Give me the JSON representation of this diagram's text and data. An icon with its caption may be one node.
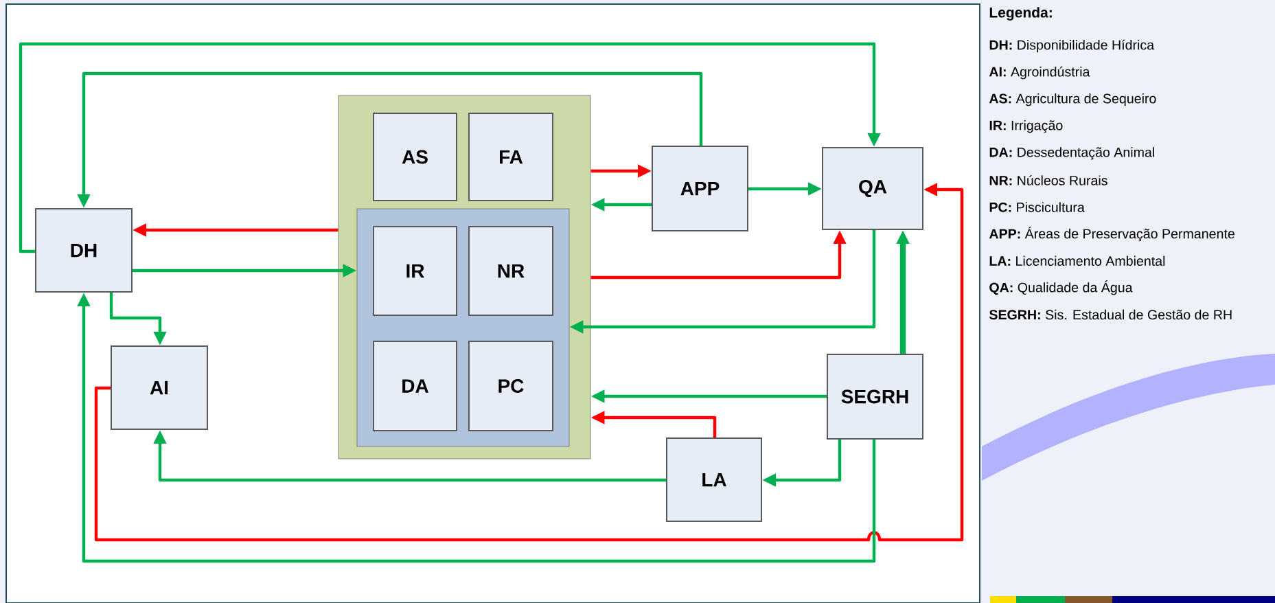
{
  "diagram": {
    "nodes": [
      {
        "text": [],
        "shape": "box"
      },
      {
        "text": [
          "AS"
        ],
        "in": 0
      },
      {
        "text": [
          "FA"
        ],
        "in": 0
      },
      {
        "text": [],
        "shape": "box",
        "in": 0
      },
      {
        "text": [
          "IR"
        ],
        "in": 3
      },
      {
        "text": [
          "NR"
        ],
        "in": 3
      },
      {
        "text": [
          "DA"
        ],
        "in": 3
      },
      {
        "text": [
          "PC"
        ],
        "in": 3
      },
      {
        "text": [
          "DH"
        ]
      },
      {
        "text": [
          "AI"
        ]
      },
      {
        "text": [
          "APP"
        ]
      },
      {
        "text": [
          "QA"
        ]
      },
      {
        "text": [
          "SEGRH"
        ]
      },
      {
        "text": [
          "LA"
        ]
      }
    ],
    "edges": [
      {
        "from": 8,
        "to": 11,
        "arrow": "to"
      },
      {
        "from": 10,
        "to": 8,
        "arrow": "to"
      },
      {
        "from": 0,
        "to": 8,
        "arrow": "to",
        "color": "#ff0000"
      },
      {
        "from": 8,
        "to": 3,
        "arrow": "to"
      },
      {
        "from": 8,
        "to": 9,
        "arrow": "to"
      },
      {
        "from": 9,
        "to": 11,
        "arrow": "to",
        "color": "#ff0000"
      },
      {
        "from": 13,
        "to": 9,
        "arrow": "to"
      },
      {
        "from": 12,
        "to": 8,
        "arrow": "to"
      },
      {
        "from": 0,
        "to": 10,
        "arrow": "to",
        "color": "#ff0000"
      },
      {
        "from": 10,
        "to": 0,
        "arrow": "to"
      },
      {
        "from": 10,
        "to": 11,
        "arrow": "to"
      },
      {
        "from": 0,
        "to": 11,
        "arrow": "to",
        "color": "#ff0000"
      },
      {
        "from": 11,
        "to": 3,
        "arrow": "to"
      },
      {
        "from": 12,
        "to": 0,
        "arrow": "to"
      },
      {
        "from": 13,
        "to": 0,
        "arrow": "to",
        "color": "#ff0000"
      },
      {
        "from": 12,
        "to": 13,
        "arrow": "to"
      },
      {
        "from": 12,
        "to": 11,
        "arrow": "to",
        "style": "thick"
      }
    ],
    "labels": [
      "Legenda:",
      "**DH:** Disponibilidade Hídrica",
      "**AI:** Agroindústria",
      "**AS:** Agricultura de Sequeiro",
      "**IR:** Irrigação",
      "**DA:** Dessedentação Animal",
      "**NR:** Núcleos Rurais",
      "**PC:** Piscicultura",
      "**APP:** Áreas de Preservação Permanente",
      "**LA:** Licenciamento Ambiental",
      "**QA:** Qualidade da Água",
      "**SEGRH:** Sis. Estadual de Gestão de RH"
    ]
  }
}
